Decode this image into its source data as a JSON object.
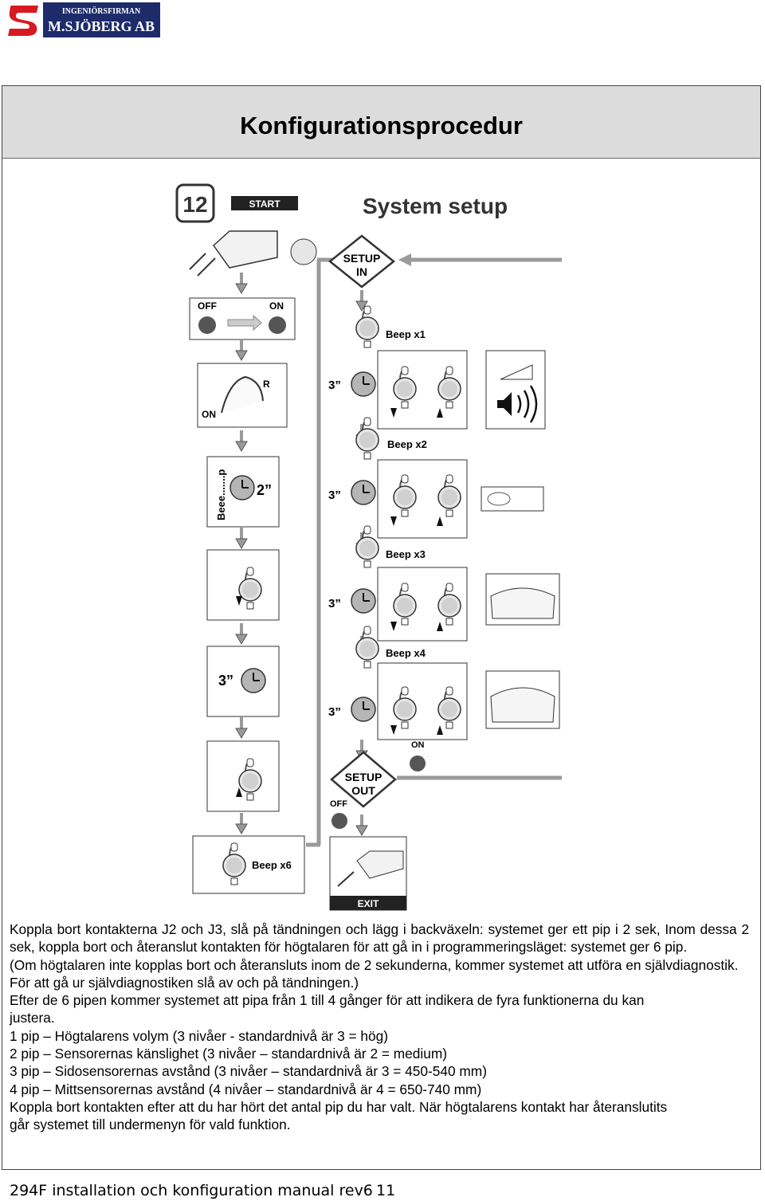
{
  "header": {
    "logo_small": "INGENIÖRSFIRMAN",
    "logo_large": "M.SJÖBERG AB"
  },
  "page": {
    "title": "Konfigurationsprocedur"
  },
  "diagram": {
    "step_number": "12",
    "start_label": "START",
    "title": "System setup",
    "setup_in": [
      "SETUP",
      "IN"
    ],
    "setup_out": [
      "SETUP",
      "OUT"
    ],
    "off_label": "OFF",
    "on_label": "ON",
    "reverse_label": "R",
    "beep_word": "Beee.......p",
    "two_sec": "2”",
    "three_sec": "3”",
    "beep_x1": "Beep x1",
    "beep_x2": "Beep x2",
    "beep_x3": "Beep x3",
    "beep_x4": "Beep x4",
    "beep_x6": "Beep x6",
    "exit_label": "EXIT"
  },
  "body": {
    "paragraphs": [
      "Koppla bort kontakterna J2 och J3, slå på tändningen och lägg i backväxeln: systemet ger ett pip i 2 sek, Inom dessa 2 sek, koppla bort och återanslut kontakten för högtalaren för att gå in i programmeringsläget: systemet ger 6 pip.",
      "(Om högtalaren inte kopplas bort och återansluts inom de 2 sekunderna, kommer systemet att utföra en självdiagnostik. För att gå ur självdiagnostiken slå av och på tändningen.)",
      "Efter de 6 pipen kommer systemet att pipa från 1 till 4 gånger för att indikera de fyra funktionerna du kan justera.",
      "1 pip – Högtalarens volym (3 nivåer - standardnivå är 3 = hög)",
      "2 pip – Sensorernas känslighet (3 nivåer – standardnivå är 2 = medium)",
      "3 pip – Sidosensorernas avstånd (3 nivåer – standardnivå är 3 = 450-540 mm)",
      "4 pip – Mittsensorernas avstånd (4 nivåer – standardnivå är 4 = 650-740 mm)",
      "Koppla bort kontakten efter att du har hört det antal pip du har valt. När högtalarens kontakt har återanslutits går systemet till undermenyn för vald funktion."
    ]
  },
  "footer": {
    "manual": "294F installation och konfiguration manual rev6",
    "page_number": "11"
  },
  "colors": {
    "logo_red": "#d71920",
    "logo_navy": "#1d2b6b",
    "title_bar": "#dcdcdc",
    "arrow_gray": "#9a9a9a"
  }
}
